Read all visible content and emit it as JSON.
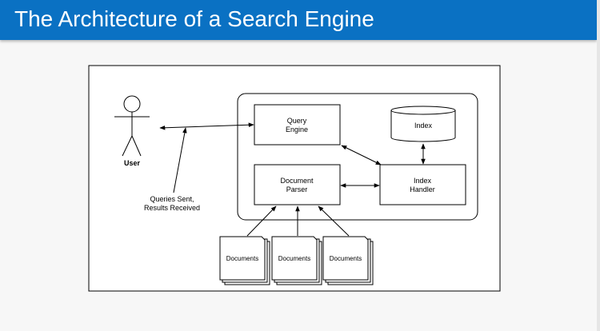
{
  "slide": {
    "title": "The Architecture of a Search Engine"
  },
  "diagram": {
    "actor": {
      "label": "User"
    },
    "user_link_label": [
      "Queries Sent,",
      "Results Received"
    ],
    "query_engine": [
      "Query",
      "Engine"
    ],
    "index": "Index",
    "document_parser": [
      "Document",
      "Parser"
    ],
    "index_handler": [
      "Index",
      "Handler"
    ],
    "documents": [
      "Documents",
      "Documents",
      "Documents"
    ]
  },
  "colors": {
    "title_bar": "#0a71c3",
    "title_text": "#ffffff",
    "page_background": "#f7f7f7",
    "diagram_background": "#ffffff",
    "stroke": "#000000"
  }
}
